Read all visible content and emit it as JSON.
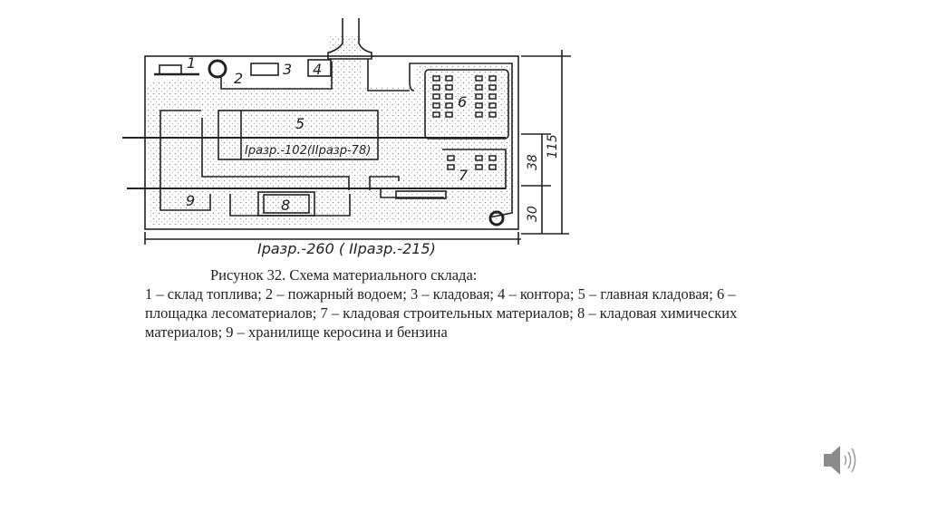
{
  "diagram": {
    "labels": [
      "1",
      "2",
      "3",
      "4",
      "5",
      "6",
      "7",
      "8",
      "9"
    ],
    "inner_dimension": "Iразр.-102(IIразр-78)",
    "bottom_dimension": "Iразр.-260 ( IIразр.-215)",
    "right_dims": {
      "total": "115",
      "upper": "38",
      "lower": "30"
    }
  },
  "caption": {
    "title": "Рисунок 32. Схема материального склада:",
    "line1": "1 – склад топлива; 2 – пожарный водоем; 3 – кладовая; 4 – контора; 5 – главная кладовая; 6 –",
    "line2": "площадка лесоматериалов; 7 – кладовая строительных материалов; 8 – кладовая химических",
    "line3": "материалов; 9 – хранилище керосина и бензина"
  },
  "icons": {
    "audio": "speaker-icon"
  }
}
